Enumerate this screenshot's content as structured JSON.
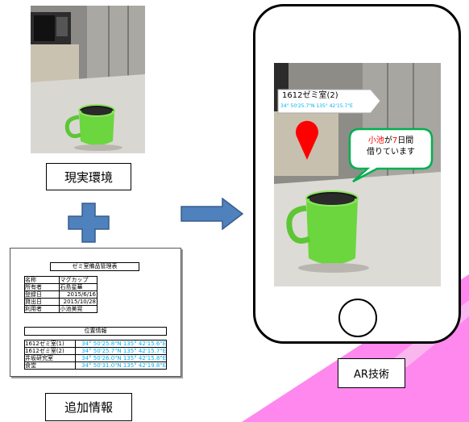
{
  "labels": {
    "reality": "現実環境",
    "additional": "追加情報",
    "ar": "AR技術"
  },
  "document": {
    "title": "ゼミ室備品管理表",
    "items": [
      {
        "key": "名称",
        "value": "マグカップ"
      },
      {
        "key": "所有者",
        "value": "石島星華"
      },
      {
        "key": "登録日",
        "value": "2015/6/16"
      },
      {
        "key": "貸出日",
        "value": "2015/10/28"
      },
      {
        "key": "利用者",
        "value": "小池美晃"
      }
    ],
    "location_title": "位置情報",
    "locations": [
      {
        "place": "1612ゼミ室(1)",
        "coord": "34° 50'25.8\"N 135° 42'15.6\"E"
      },
      {
        "place": "1612ゼミ室(2)",
        "coord": "34° 50'25.7\"N 135° 42'15.7\"E"
      },
      {
        "place": "井坂研究室",
        "coord": "34° 50'26.0\"N 135° 42'15.8\"E"
      },
      {
        "place": "食堂",
        "coord": "34° 50'31.0\"N 135° 42'19.8\"E"
      }
    ]
  },
  "ar": {
    "location_label": "1612ゼミ室(2)",
    "location_coord": "34° 50'25.7\"N 135° 42'15.7\"E",
    "bubble_name": "小池",
    "bubble_particle": "が",
    "bubble_days": "7",
    "bubble_rest_line1": "日間",
    "bubble_line2": "借りています"
  },
  "colors": {
    "arrow_blue": "#4f81bd",
    "coord_blue": "#00b0f0",
    "pin_red": "#ff0000",
    "bubble_green": "#00b050",
    "pink": "#ff88ee"
  }
}
